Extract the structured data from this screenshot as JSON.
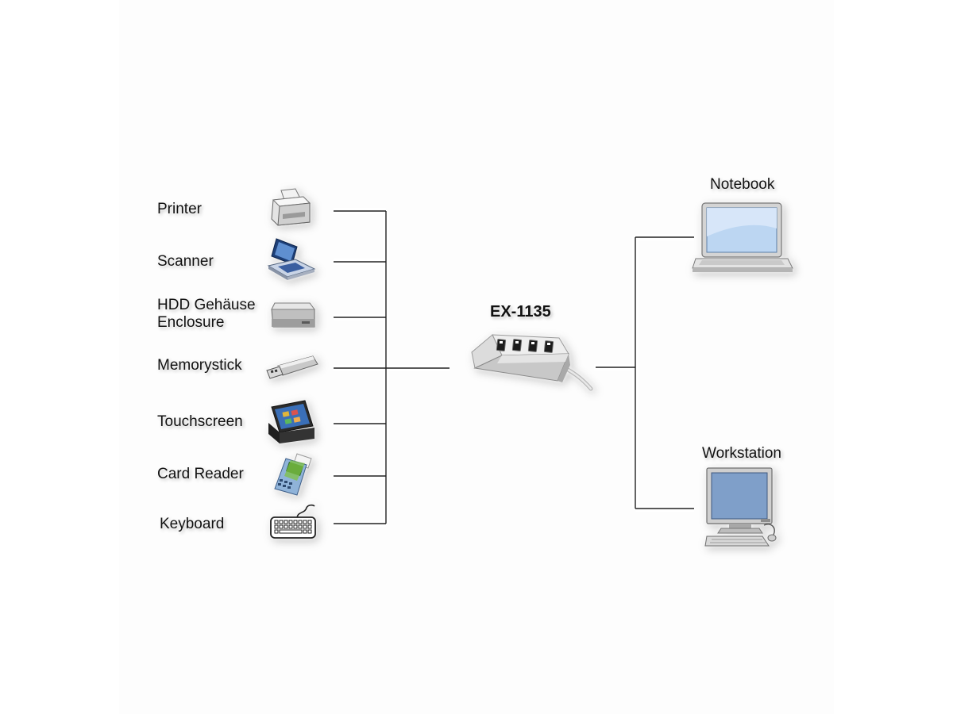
{
  "hub": {
    "name": "EX-1135"
  },
  "devices": [
    {
      "label": "Printer",
      "icon": "printer-icon"
    },
    {
      "label": "Scanner",
      "icon": "scanner-icon"
    },
    {
      "label": "HDD Gehäuse",
      "label2": "Enclosure",
      "icon": "hard-drive-icon"
    },
    {
      "label": "Memorystick",
      "icon": "usb-stick-icon"
    },
    {
      "label": "Touchscreen",
      "icon": "pos-terminal-icon"
    },
    {
      "label": "Card Reader",
      "icon": "card-reader-icon"
    },
    {
      "label": "Keyboard",
      "icon": "keyboard-icon"
    }
  ],
  "hosts": [
    {
      "label": "Notebook",
      "icon": "laptop-icon"
    },
    {
      "label": "Workstation",
      "icon": "desktop-computer-icon"
    }
  ]
}
